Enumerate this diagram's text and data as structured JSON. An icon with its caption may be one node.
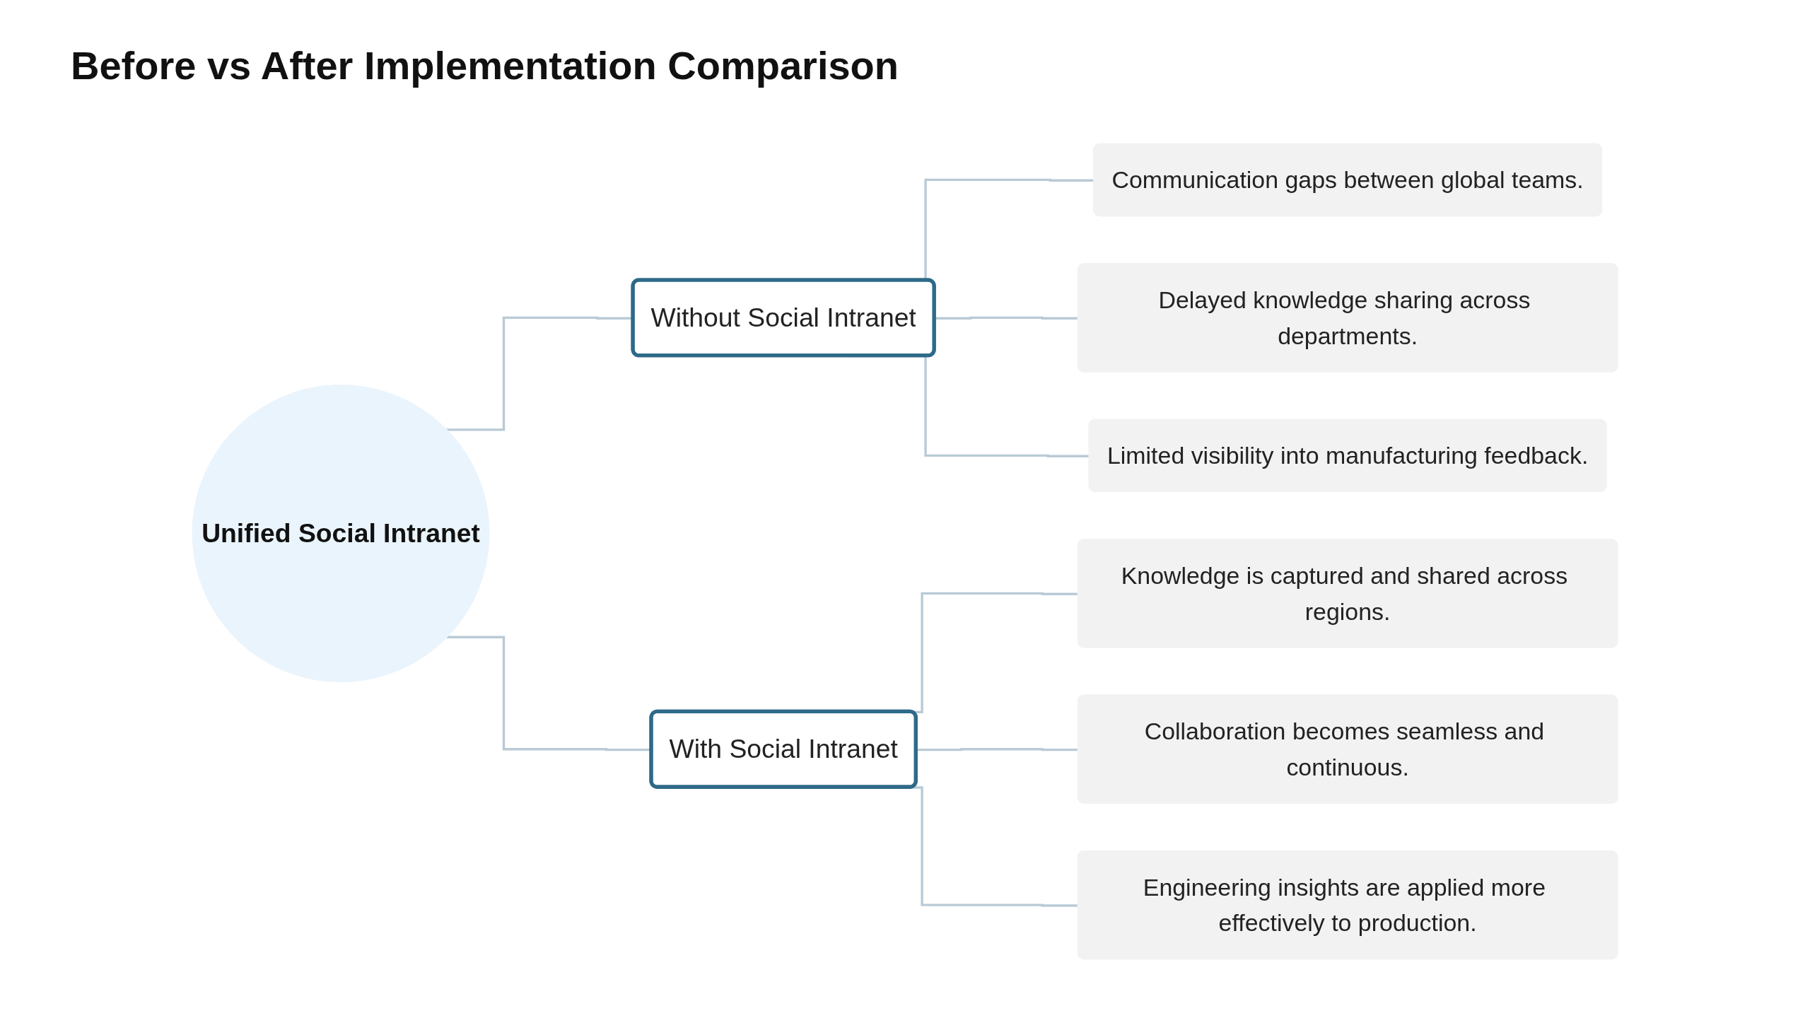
{
  "diagram": {
    "title": "Before vs After Implementation Comparison",
    "nodes": [
      {
        "text": [
          "Unified Social Intranet"
        ]
      },
      {
        "text": [
          "Without Social Intranet"
        ]
      },
      {
        "text": [
          "Communication gaps between global teams."
        ]
      },
      {
        "text": [
          "Delayed knowledge sharing across departments."
        ]
      },
      {
        "text": [
          "Limited visibility into manufacturing feedback."
        ]
      },
      {
        "text": [
          "With Social Intranet"
        ]
      },
      {
        "text": [
          "Knowledge is captured and shared across regions."
        ]
      },
      {
        "text": [
          "Collaboration becomes seamless and continuous."
        ]
      },
      {
        "text": [
          "Engineering insights are applied more effectively to production."
        ]
      }
    ],
    "edges": [
      {
        "from": 0,
        "to": 1,
        "arrow": "none"
      },
      {
        "from": 0,
        "to": 5,
        "arrow": "none"
      },
      {
        "from": 1,
        "to": 2,
        "arrow": "none"
      },
      {
        "from": 1,
        "to": 3,
        "arrow": "none"
      },
      {
        "from": 1,
        "to": 4,
        "arrow": "none"
      },
      {
        "from": 5,
        "to": 6,
        "arrow": "none"
      },
      {
        "from": 5,
        "to": 7,
        "arrow": "none"
      },
      {
        "from": 5,
        "to": 8,
        "arrow": "none"
      }
    ]
  }
}
